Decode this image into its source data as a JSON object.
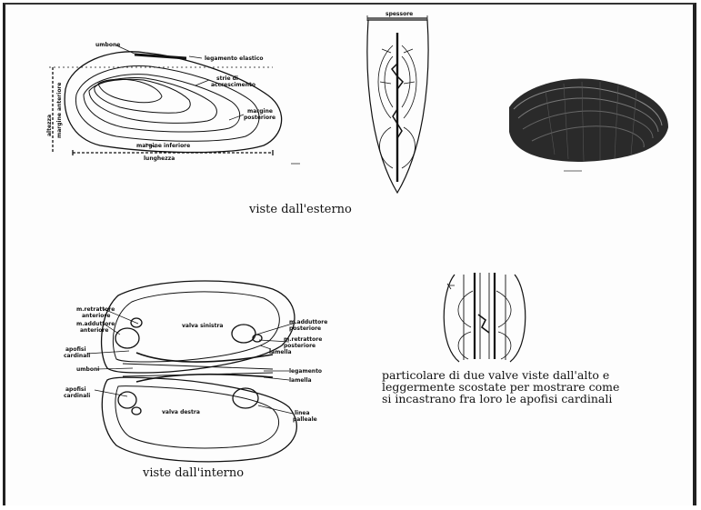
{
  "labels": {
    "umbone": "umbone",
    "legamento_elastico": "legamento elastico",
    "strie": "strie di",
    "accrescimento": "accrescimento",
    "margine_posteriore_1": "margine",
    "margine_posteriore_2": "posteriore",
    "margine_inferiore": "margine inferiore",
    "lunghezza": "lunghezza",
    "altezza": "altezza",
    "margine_anteriore": "margine anteriore",
    "spessore": "spessore",
    "m_retrattore_anteriore_1": "m.retrattore",
    "m_retrattore_anteriore_2": "anteriore",
    "m_adduttore_anteriore_1": "m.adduttore",
    "m_adduttore_anteriore_2": "anteriore",
    "apofisi_cardinali_top_1": "apofisi",
    "apofisi_cardinali_top_2": "cardinali",
    "umboni": "umboni",
    "apofisi_cardinali_bottom_1": "apofisi",
    "apofisi_cardinali_bottom_2": "cardinali",
    "valva_sinistra": "valva sinistra",
    "valva_destra": "valva destra",
    "m_adduttore_posteriore_1": "m.adduttore",
    "m_adduttore_posteriore_2": "posteriore",
    "m_retrattore_posteriore_1": "m.retrattore",
    "m_retrattore_posteriore_2": "posteriore",
    "lamella_top": "lamella",
    "legamento": "legamento",
    "lamella_bottom": "lamella",
    "linea_palleale_1": "linea",
    "linea_palleale_2": "palleale"
  },
  "captions": {
    "external": "viste dall'esterno",
    "internal": "viste dall'interno",
    "detail_lines": [
      "particolare di due valve viste dall'alto e",
      "leggermente scostate per mostrare come",
      "si incastrano fra loro le apofisi cardinali"
    ]
  }
}
